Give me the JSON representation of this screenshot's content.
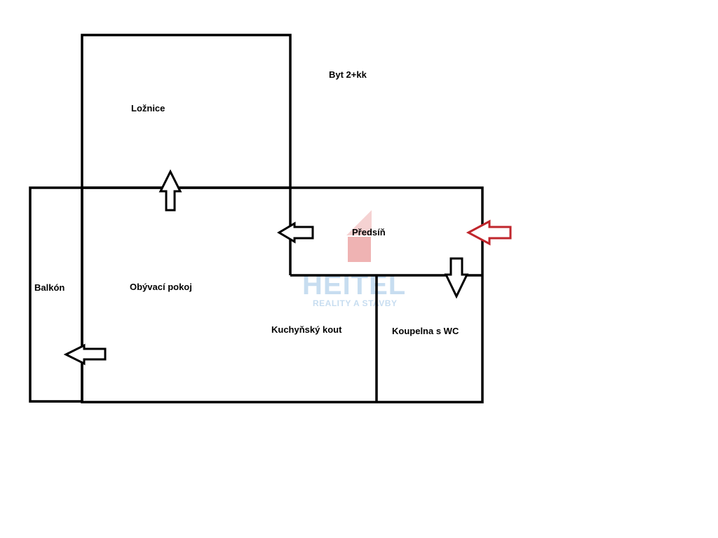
{
  "plan": {
    "title": "Byt 2+kk",
    "rooms": {
      "loznice": "Ložnice",
      "balkon": "Balkón",
      "obyvaci_pokoj": "Obývací pokoj",
      "predsin": "Předsíň",
      "kuchynsky_kout": "Kuchyňský kout",
      "koupelna": "Koupelna s WC"
    }
  },
  "watermark": {
    "brand": "HEITEL",
    "tagline": "REALITY A STAVBY",
    "brand_color": "#a8c8e8",
    "logo_color": "#e8a0a0"
  },
  "colors": {
    "wall": "#000000",
    "entry_arrow": "#c0262c",
    "arrow": "#000000"
  }
}
